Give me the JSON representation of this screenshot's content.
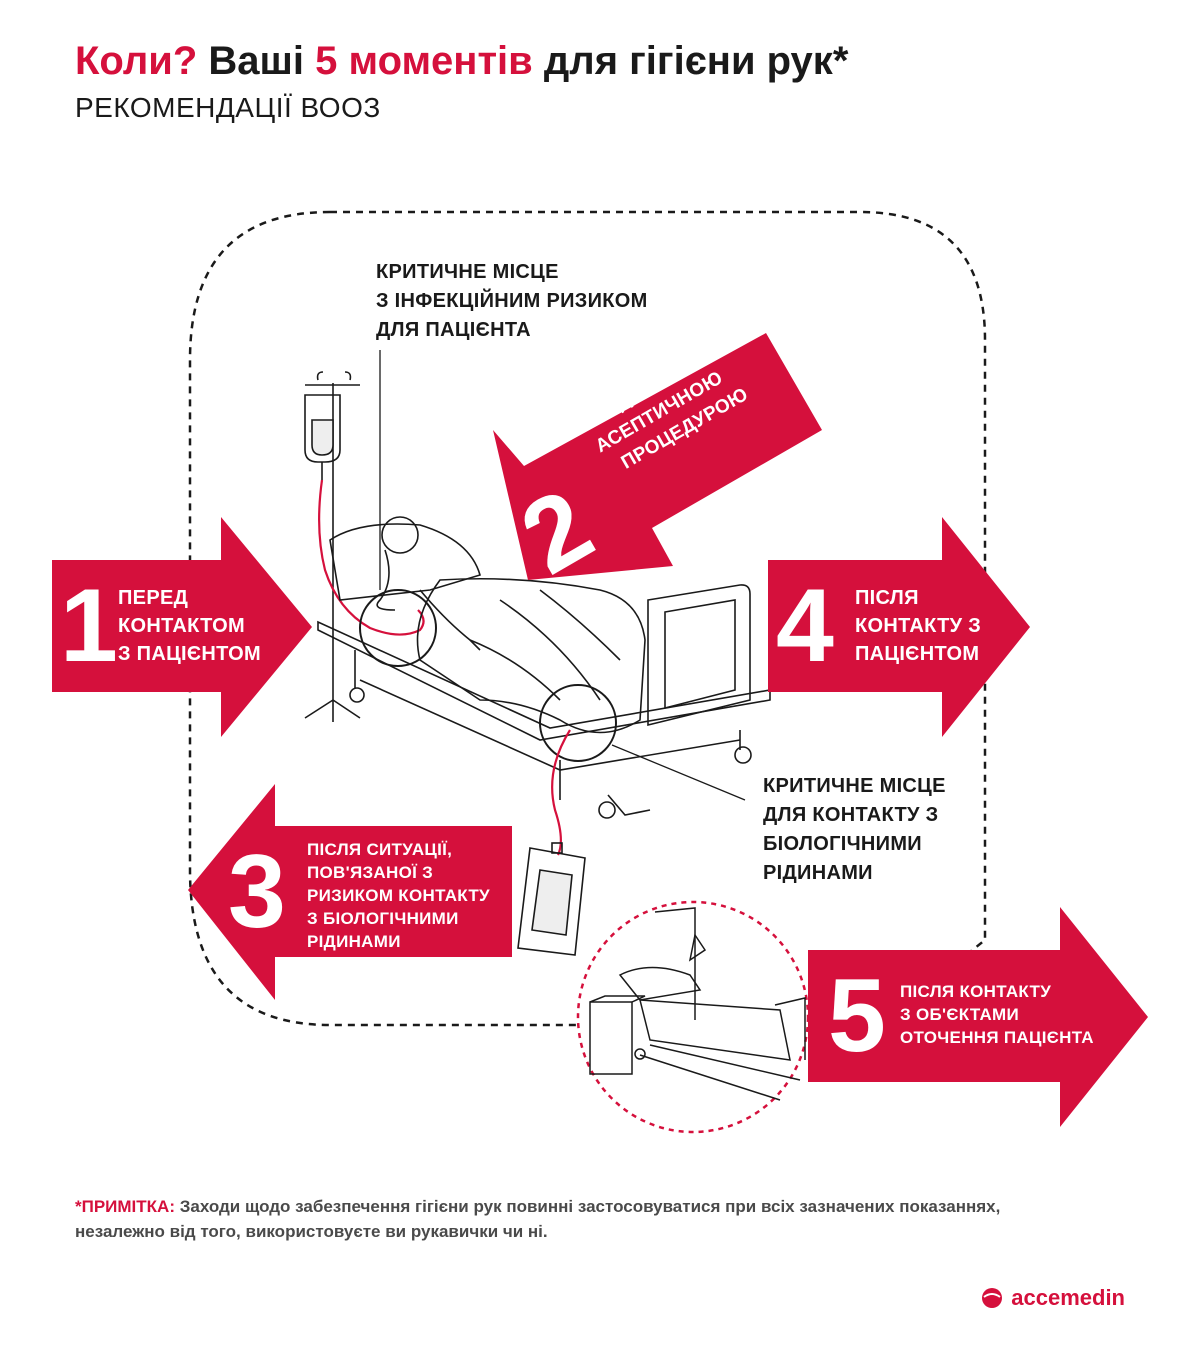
{
  "title": {
    "part1": "Коли?",
    "part2": "Ваші",
    "part3": "5 моментів",
    "part4": "для гігієни рук*"
  },
  "subtitle": "РЕКОМЕНДАЦІЇ ВООЗ",
  "critical_site_1": {
    "line1": "КРИТИЧНЕ МІСЦЕ",
    "line2": "З ІНФЕКЦІЙНИМ РИЗИКОМ",
    "line3": "ДЛЯ ПАЦІЄНТА"
  },
  "critical_site_2": {
    "line1": "КРИТИЧНЕ МІСЦЕ",
    "line2": "ДЛЯ КОНТАКТУ З",
    "line3": "БІОЛОГІЧНИМИ",
    "line4": "РІДИНАМИ"
  },
  "moments": [
    {
      "number": "1",
      "lines": [
        "ПЕРЕД",
        "КОНТАКТОМ",
        "З ПАЦІЄНТОМ"
      ]
    },
    {
      "number": "2",
      "lines": [
        "ПЕРЕД ЧИСТОЮ/",
        "АСЕПТИЧНОЮ",
        "ПРОЦЕДУРОЮ"
      ]
    },
    {
      "number": "3",
      "lines": [
        "ПІСЛЯ СИТУАЦІЇ,",
        "ПОВ'ЯЗАНОЇ З",
        "РИЗИКОМ КОНТАКТУ",
        "З БІОЛОГІЧНИМИ",
        "РІДИНАМИ"
      ]
    },
    {
      "number": "4",
      "lines": [
        "ПІСЛЯ",
        "КОНТАКТУ З",
        "ПАЦІЄНТОМ"
      ]
    },
    {
      "number": "5",
      "lines": [
        "ПІСЛЯ КОНТАКТУ",
        "З ОБ'ЄКТАМИ",
        "ОТОЧЕННЯ ПАЦІЄНТА"
      ]
    }
  ],
  "note": {
    "label": "*ПРИМІТКА:",
    "text": "Заходи щодо забезпечення гігієни рук повинні застосовуватися при всіх зазначених показаннях, незалежно від того, використовуєте ви рукавички чи ні."
  },
  "brand": {
    "name": "accemedin"
  },
  "colors": {
    "accent": "#d5103c",
    "text": "#1a1a1a"
  }
}
